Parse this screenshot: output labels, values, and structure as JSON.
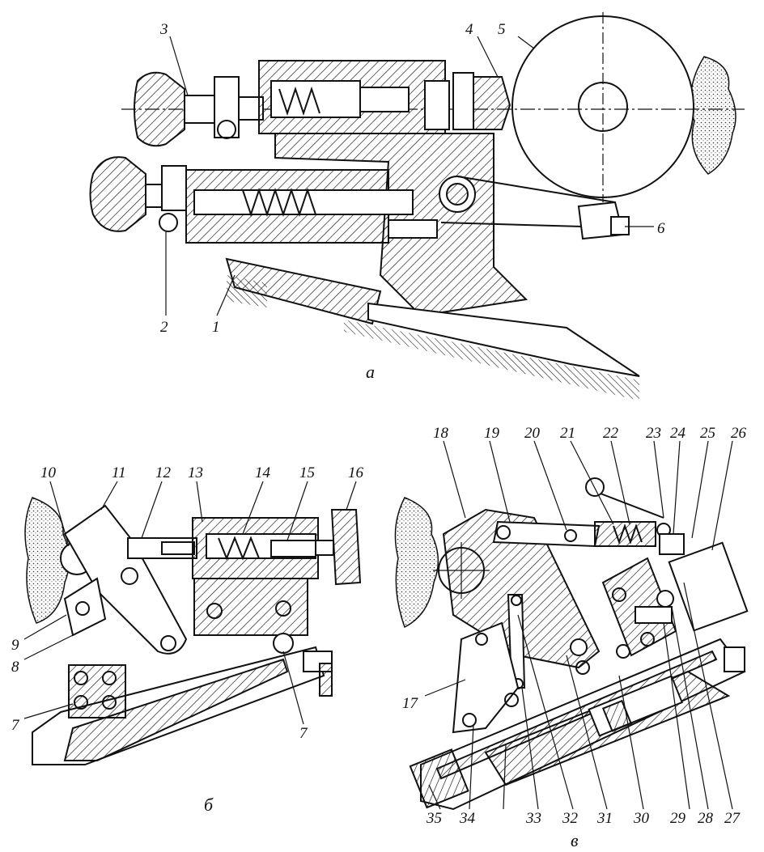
{
  "diagram": {
    "views": [
      {
        "id": "a",
        "caption": "а",
        "labels": [
          "1",
          "2",
          "3",
          "4",
          "5",
          "6"
        ]
      },
      {
        "id": "b",
        "caption": "б",
        "labels": [
          "7",
          "7",
          "8",
          "9",
          "10",
          "11",
          "12",
          "13",
          "14",
          "15",
          "16"
        ]
      },
      {
        "id": "v",
        "caption": "в",
        "labels": [
          "17",
          "18",
          "19",
          "20",
          "21",
          "22",
          "23",
          "24",
          "25",
          "26",
          "27",
          "28",
          "29",
          "30",
          "31",
          "32",
          "33",
          "34",
          "35"
        ]
      }
    ]
  },
  "colors": {
    "ink": "#111111",
    "paper": "#ffffff"
  }
}
